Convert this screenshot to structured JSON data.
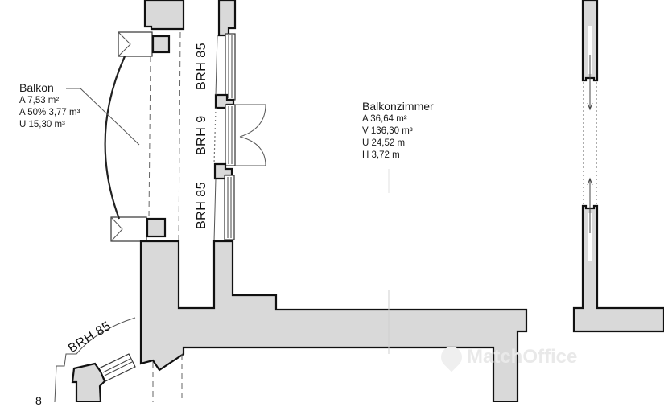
{
  "rooms": {
    "balkon": {
      "name": "Balkon",
      "lines": [
        "A 7,53 m²",
        "A 50% 3,77 m³",
        "U 15,30 m³"
      ]
    },
    "balkonzimmer": {
      "name": "Balkonzimmer",
      "lines": [
        "A 36,64 m²",
        "V 136,30 m³",
        "U 24,52 m",
        "H 3,72 m"
      ]
    }
  },
  "window_labels": {
    "upper": "BRH 85",
    "door": "BRH 9",
    "lower": "BRH 85",
    "bay": "BRH 85",
    "partial_bottom_left": "8"
  },
  "watermark": {
    "text": "MatchOffice",
    "icon": "location-pin-icon"
  },
  "colors": {
    "wall_fill": "#d9d9d9",
    "wall_stroke": "#111111",
    "background": "#ffffff"
  }
}
